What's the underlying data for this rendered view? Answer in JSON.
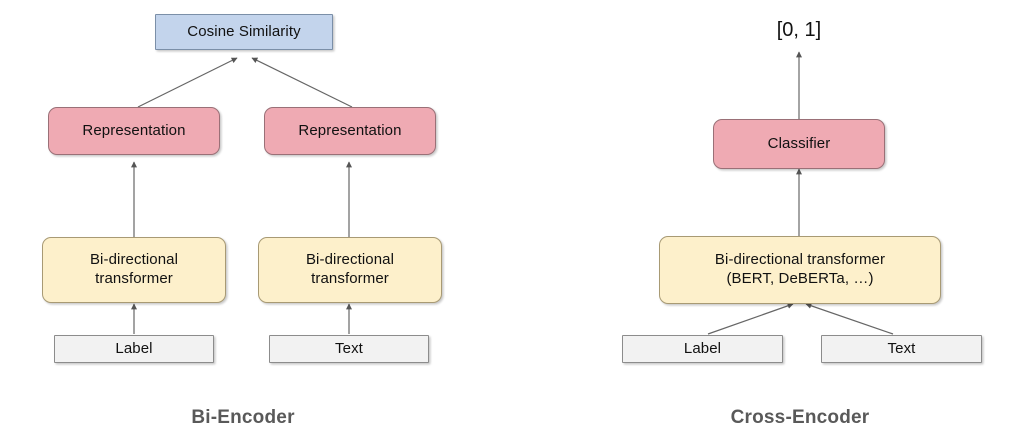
{
  "diagram": {
    "title_left": "Bi-Encoder",
    "title_right": "Cross-Encoder",
    "colors": {
      "blue_fill": "#c3d4ec",
      "pink_fill": "#efaab3",
      "yellow_fill": "#fdf0cb",
      "gray_fill": "#f2f2f2",
      "edge_stroke": "#666666",
      "title_text": "#595959",
      "body_text": "#111111",
      "background": "#ffffff"
    }
  },
  "bi_encoder": {
    "output_box": "Cosine Similarity",
    "left_representation": "Representation",
    "right_representation": "Representation",
    "left_transformer_line1": "Bi-directional",
    "left_transformer_line2": "transformer",
    "right_transformer_line1": "Bi-directional",
    "right_transformer_line2": "transformer",
    "left_input": "Label",
    "right_input": "Text",
    "caption": "Bi-Encoder"
  },
  "cross_encoder": {
    "output_label": "[0, 1]",
    "classifier": "Classifier",
    "transformer_line1": "Bi-directional transformer",
    "transformer_line2": "(BERT, DeBERTa, …)",
    "left_input": "Label",
    "right_input": "Text",
    "caption": "Cross-Encoder"
  }
}
